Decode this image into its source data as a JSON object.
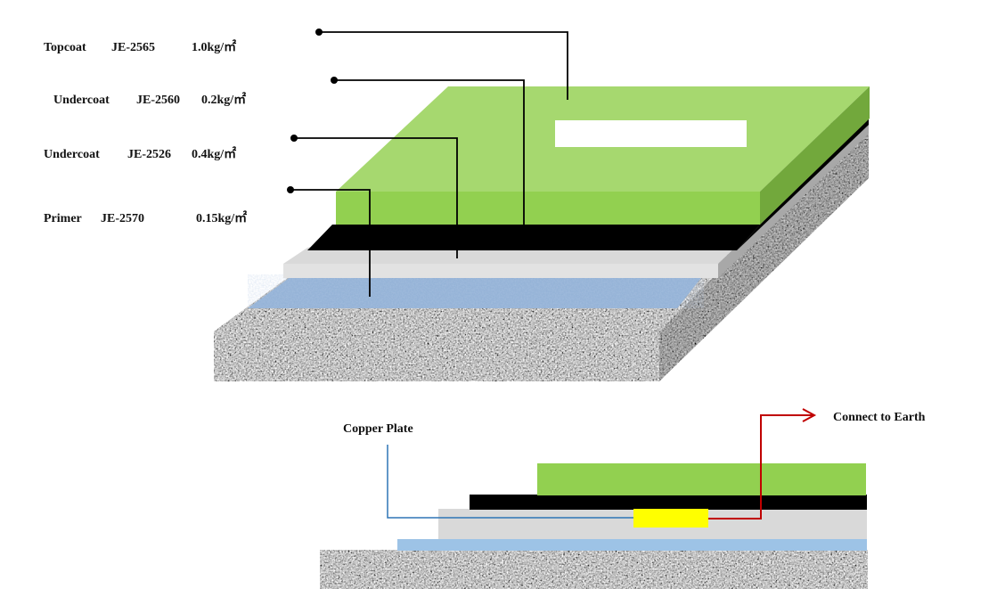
{
  "layers": [
    {
      "name": "Topcoat",
      "code": "JE-2565",
      "rate": "1.0kg/㎡",
      "color": "#92d050"
    },
    {
      "name": "Undercoat",
      "code": "JE-2560",
      "rate": "0.2kg/㎡",
      "color": "#000000"
    },
    {
      "name": "Undercoat",
      "code": "JE-2526",
      "rate": "0.4kg/㎡",
      "color": "#d9d9d9"
    },
    {
      "name": "Primer",
      "code": "JE-2570",
      "rate": "0.15kg/㎡",
      "color": "#95b3d7"
    }
  ],
  "section": {
    "copper_label": "Copper Plate",
    "earth_label": "Connect to Earth",
    "copper_color": "#ffff00",
    "earth_wire_color": "#c00000",
    "copper_wire_color": "#2e75b6"
  },
  "colors": {
    "top_face": "#a6d86f",
    "top_front": "#92d050",
    "top_side": "#72a83c",
    "concrete": "#9a9a9a"
  }
}
